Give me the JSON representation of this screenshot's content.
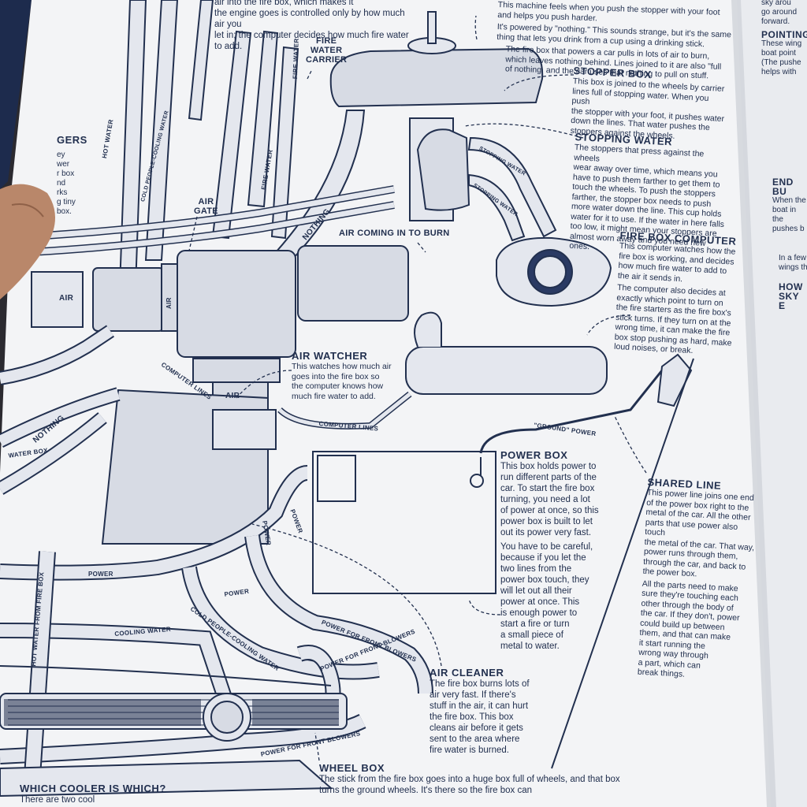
{
  "top_right": {
    "line1": "This machine feels when you push the stopper with your foot",
    "line2": "and helps you push harder.",
    "line3": "It's powered by \"nothing.\" This sounds strange, but it's the same",
    "line4": "thing that lets you drink from a cup using a drinking stick.",
    "line5": "The fire box that powers a car pulls in lots of air to burn,",
    "line6": "which leaves nothing behind. Lines joined to it are also \"full",
    "line7": "of nothing, and the car uses that nothing to pull on stuff."
  },
  "top_left": {
    "line1": "air into the fire box, which makes it",
    "line2": "the engine goes is controlled only by how much air you",
    "line3": "let in; the computer decides how much fire water to add."
  },
  "stopper_box": {
    "title": "STOPPER BOX",
    "lines": [
      "This box is joined to the wheels by carrier",
      "lines full of stopping water. When you push",
      "the stopper with your foot, it pushes water",
      "down the lines. That water pushes the",
      "stoppers against the wheels."
    ]
  },
  "stopping_water": {
    "title": "STOPPING WATER",
    "lines": [
      "The stoppers that press against the wheels",
      "wear away over time, which means you",
      "have to push them farther to get them to",
      "touch the wheels. To push the stoppers",
      "farther, the stopper box needs to push",
      "more water down the line. This cup holds",
      "water for it to use. If the water in here falls",
      "too low, it might mean your stoppers are",
      "almost worn away and you need new ones."
    ]
  },
  "fire_box_computer": {
    "title": "FIRE BOX COMPUTER",
    "lines": [
      "This computer watches how the",
      "fire box is working, and decides",
      "how much fire water to add to",
      "the air it sends in.",
      "The computer also decides at",
      "exactly which point to turn on",
      "the fire starters as the fire box's",
      "stick turns. If they turn on at the",
      "wrong time, it can make the fire",
      "box stop pushing as hard, make",
      "loud noises, or break."
    ]
  },
  "air_watcher": {
    "title": "AIR WATCHER",
    "lines": [
      "This watches how much air",
      "goes into the fire box so",
      "the computer knows how",
      "much fire water to add."
    ]
  },
  "power_box": {
    "title": "POWER BOX",
    "lines": [
      "This box holds power to",
      "run different parts of the",
      "car. To start the fire box",
      "turning, you need a lot",
      "of power at once, so this",
      "power box is built to let",
      "out its power very fast.",
      "You have to be careful,",
      "because if you let the",
      "two lines from the",
      "power box touch, they",
      "will let out all their",
      "power at once. This",
      "is enough power to",
      "start a fire or turn",
      "a small piece of",
      "metal to water."
    ]
  },
  "shared_line": {
    "title": "SHARED LINE",
    "lines": [
      "This power line joins one end",
      "of the power box right to the",
      "metal of the car. All the other",
      "parts that use power also touch",
      "the metal of the car. That way,",
      "power runs through them,",
      "through the car, and back to",
      "the power box.",
      "All the parts need to make",
      "sure they're touching each",
      "other through the body of",
      "the car. If they don't, power",
      "could build up between",
      "them, and that can make",
      "it start running the",
      "wrong way through",
      "a part, which can",
      "break things."
    ]
  },
  "air_cleaner": {
    "title": "AIR CLEANER",
    "lines": [
      "The fire box burns lots of",
      "air very fast. If there's",
      "stuff in the air, it can hurt",
      "the fire box. This box",
      "cleans air before it gets",
      "sent to the area where",
      "fire water is burned."
    ]
  },
  "wheel_box": {
    "title": "WHEEL BOX",
    "lines": [
      "The stick from the fire box goes into a huge box full of wheels, and that box",
      "turns the ground wheels. It's there so the fire box can"
    ]
  },
  "which_cooler": {
    "title": "WHICH COOLER IS WHICH?",
    "line": "There are two cool"
  },
  "left_col": {
    "title": "GERS",
    "lines": [
      "ey",
      "wer",
      "r box",
      "nd",
      "rks",
      "g tiny",
      "box."
    ]
  },
  "right_col": {
    "lines": [
      "sky arou",
      "go around",
      "forward."
    ],
    "pointing": "POINTING",
    "pointing_lines": [
      "These wing",
      "boat point",
      "(The pushe",
      "helps with"
    ],
    "end_b": "END BU",
    "end_b_lines": [
      "When the",
      "boat in the",
      "pushes b"
    ],
    "few": [
      "In a few",
      "wings th"
    ],
    "how": "HOW",
    "sky": "SKY E"
  },
  "labels": {
    "fire_water_carrier": "FIRE\nWATER\nCARRIER",
    "air_gate": "AIR\nGATE",
    "air_coming": "AIR COMING IN TO BURN",
    "nothing": "NOTHING",
    "nothing2": "NOTHING",
    "air": "AIR",
    "air2": "AIR",
    "air3": "AIR",
    "computer_lines": "COMPUTER LINES",
    "computer_lines2": "COMPUTER LINES",
    "ground_power": "\"GROUND\" POWER",
    "power": "POWER",
    "power2": "POWER",
    "power3": "POWER",
    "power4": "POWER",
    "power_front": "POWER FOR FRONT BLOWERS",
    "power_front2": "POWER FOR FRONT BLOWERS",
    "power_front3": "POWER FOR FRONT BLOWERS",
    "cooling_water": "COOLING WATER",
    "cold_people": "COLD PEOPLE-COOLING WATER",
    "hot_water": "HOT WATER FROM FIRE BOX",
    "stopping_water_lbl": "STOPPING WATER",
    "stopping_water_lbl2": "STOPPING WATER",
    "fire_water": "FIRE WATER",
    "fire_water2": "FIRE WATER",
    "hot_water2": "HOT WATER",
    "water_box": "WATER BOX",
    "cold_people2": "COLD PEOPLE-COOLING WATER"
  },
  "colors": {
    "paper": "#f3f4f6",
    "ink": "#22304f",
    "part_fill": "#d7dbe4",
    "tube_fill": "#e4e7ee",
    "edge_right": "#e9ebef",
    "binding": "#1d2b4d",
    "finger": "#b9876a"
  }
}
